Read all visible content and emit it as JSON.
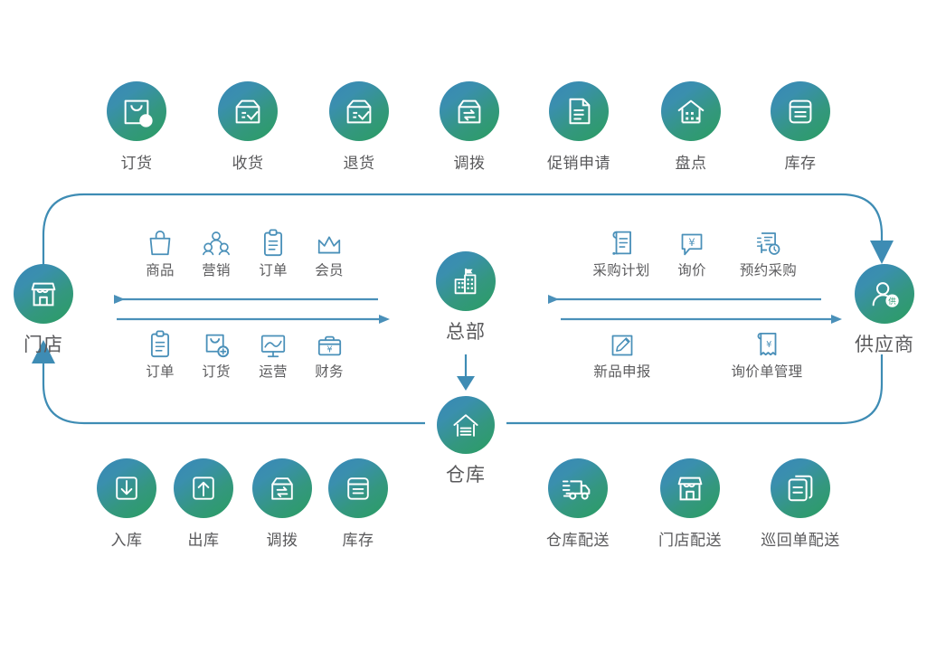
{
  "theme": {
    "circle_gradient_start": "#3887b6",
    "circle_gradient_end": "#2a9d63",
    "line_color": "#4a90b9",
    "icon_blue": "#4a90b9",
    "text_color": "#58585a",
    "background": "#ffffff"
  },
  "nodes": {
    "store": {
      "label": "门店",
      "icon": "storefront-icon"
    },
    "headquarters": {
      "label": "总部",
      "icon": "office-building-icon"
    },
    "supplier": {
      "label": "供应商",
      "icon": "supplier-person-icon"
    },
    "warehouse": {
      "label": "仓库",
      "icon": "warehouse-icon"
    }
  },
  "top_features": [
    {
      "label": "订货",
      "icon": "bag-plus-icon"
    },
    {
      "label": "收货",
      "icon": "box-check-icon"
    },
    {
      "label": "退货",
      "icon": "box-return-icon"
    },
    {
      "label": "调拨",
      "icon": "box-transfer-icon"
    },
    {
      "label": "促销申请",
      "icon": "document-lines-icon"
    },
    {
      "label": "盘点",
      "icon": "warehouse-count-icon"
    },
    {
      "label": "库存",
      "icon": "box-stock-icon"
    }
  ],
  "bottom_left_features": [
    {
      "label": "入库",
      "icon": "arrow-down-box-icon"
    },
    {
      "label": "出库",
      "icon": "arrow-up-box-icon"
    },
    {
      "label": "调拨",
      "icon": "box-transfer-icon"
    },
    {
      "label": "库存",
      "icon": "box-stock-icon"
    }
  ],
  "bottom_right_features": [
    {
      "label": "仓库配送",
      "icon": "delivery-truck-icon"
    },
    {
      "label": "门店配送",
      "icon": "storefront-icon"
    },
    {
      "label": "巡回单配送",
      "icon": "stacked-documents-icon"
    }
  ],
  "store_hq_modules_top": [
    {
      "label": "商品",
      "icon": "shopping-bag-icon"
    },
    {
      "label": "营销",
      "icon": "marketing-people-icon"
    },
    {
      "label": "订单",
      "icon": "clipboard-icon"
    },
    {
      "label": "会员",
      "icon": "crown-icon"
    }
  ],
  "store_hq_modules_bottom": [
    {
      "label": "订单",
      "icon": "clipboard-icon"
    },
    {
      "label": "订货",
      "icon": "bag-plus-icon"
    },
    {
      "label": "运营",
      "icon": "chart-board-icon"
    },
    {
      "label": "财务",
      "icon": "briefcase-yen-icon"
    }
  ],
  "hq_supplier_modules_top": [
    {
      "label": "采购计划",
      "icon": "purchase-plan-doc-icon"
    },
    {
      "label": "询价",
      "icon": "yen-speech-bubble-icon"
    },
    {
      "label": "预约采购",
      "icon": "scheduled-purchase-icon"
    }
  ],
  "hq_supplier_modules_bottom": [
    {
      "label": "新品申报",
      "icon": "edit-square-icon"
    },
    {
      "label": "询价单管理",
      "icon": "yen-document-icon"
    }
  ]
}
